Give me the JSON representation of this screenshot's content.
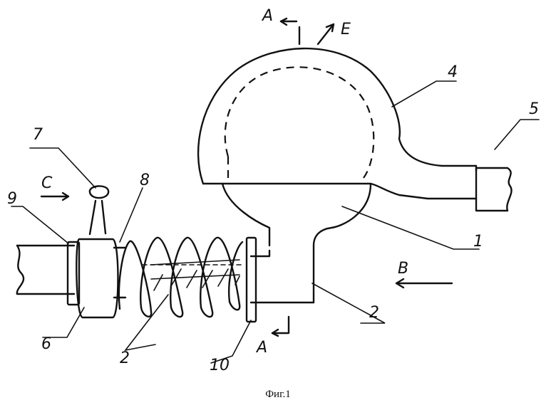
{
  "figure": {
    "caption": "Фиг.1",
    "section_marks": {
      "top": "А",
      "bottom": "А"
    },
    "direction_labels": {
      "c": "С",
      "b": "В",
      "e": "Е"
    },
    "part_labels": {
      "p1": "1",
      "p2a": "2",
      "p2b": "2",
      "p4": "4",
      "p5": "5",
      "p6": "6",
      "p7": "7",
      "p8": "8",
      "p9": "9",
      "p10": "10"
    }
  }
}
